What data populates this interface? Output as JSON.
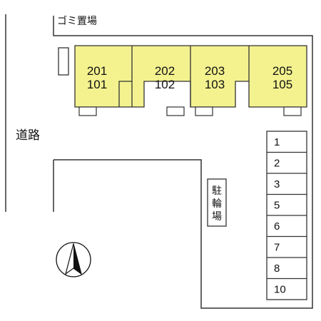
{
  "road_label": "道路",
  "garbage_label": "ゴミ置場",
  "bicycle_parking_label": [
    "駐",
    "輪",
    "場"
  ],
  "colors": {
    "building_fill": "#f3f28f",
    "line": "#333333",
    "north_arrow": "#111111"
  },
  "units": [
    {
      "upper": "201",
      "lower": "101"
    },
    {
      "upper": "202",
      "lower": "102"
    },
    {
      "upper": "203",
      "lower": "103"
    },
    {
      "upper": "205",
      "lower": "105"
    }
  ],
  "parking_spaces": [
    "1",
    "2",
    "3",
    "5",
    "6",
    "7",
    "8",
    "10"
  ],
  "north_arrow_icon": "north-arrow-icon"
}
